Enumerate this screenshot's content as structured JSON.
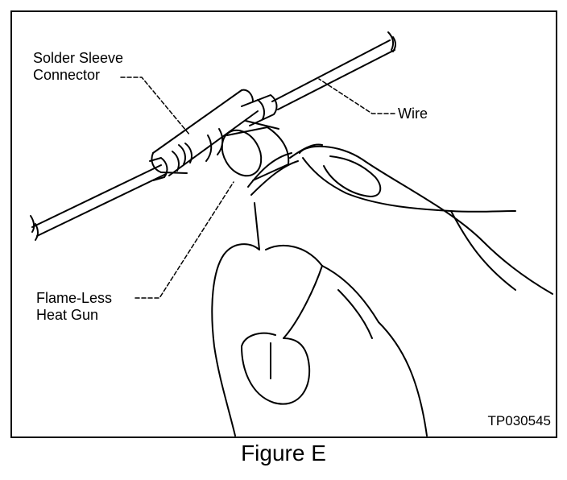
{
  "labels": {
    "solder_sleeve_line1": "Solder Sleeve",
    "solder_sleeve_line2": "Connector",
    "wire": "Wire",
    "heat_gun_line1": "Flame-Less",
    "heat_gun_line2": "Heat Gun"
  },
  "figure_code": "TP030545",
  "caption": "Figure E"
}
